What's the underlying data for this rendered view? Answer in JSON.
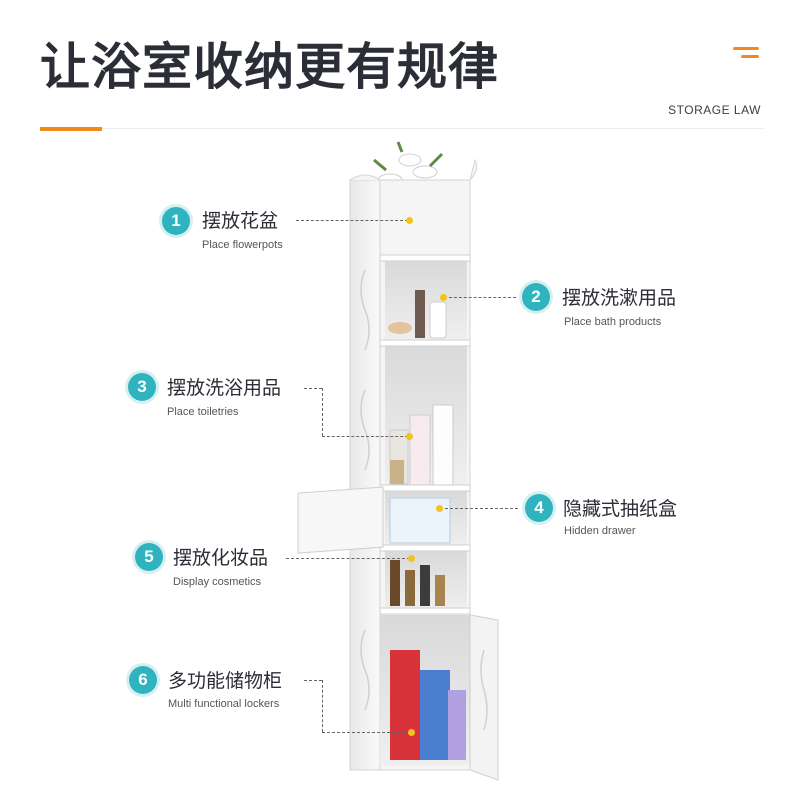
{
  "header": {
    "title": "让浴室收纳更有规律",
    "subtitle_en": "STORAGE LAW"
  },
  "colors": {
    "accent": "#f08a1c",
    "badge": "#2fb3bf",
    "text": "#2b2e36",
    "dot": "#f2c318"
  },
  "callouts": [
    {
      "num": "1",
      "zh": "摆放花盆",
      "en": "Place flowerpots"
    },
    {
      "num": "2",
      "zh": "摆放洗漱用品",
      "en": "Place bath products"
    },
    {
      "num": "3",
      "zh": "摆放洗浴用品",
      "en": "Place toiletries"
    },
    {
      "num": "4",
      "zh": "隐藏式抽纸盒",
      "en": "Hidden drawer"
    },
    {
      "num": "5",
      "zh": "摆放化妆品",
      "en": "Display cosmetics"
    },
    {
      "num": "6",
      "zh": "多功能储物柜",
      "en": "Multi functional lockers"
    }
  ],
  "icons": {
    "menu": "hamburger-menu-icon"
  }
}
